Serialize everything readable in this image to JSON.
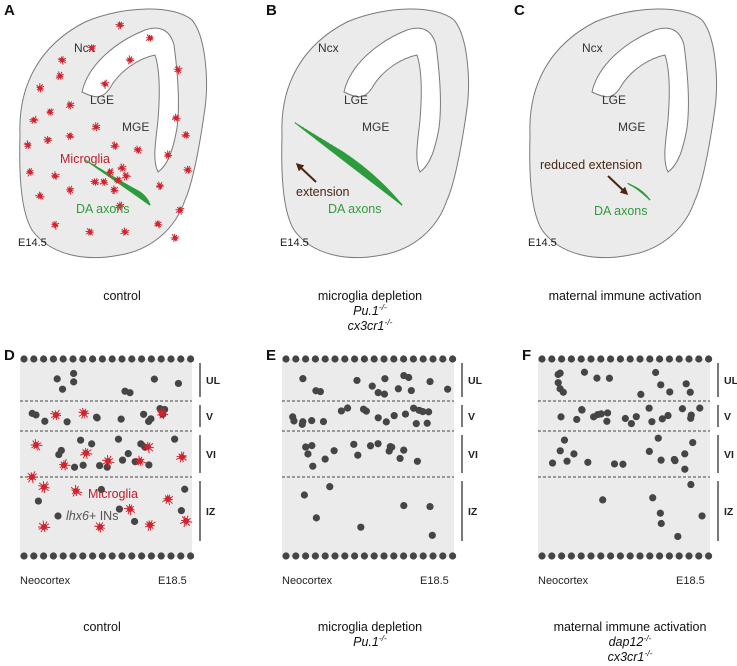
{
  "colors": {
    "tissue": "#ebebeb",
    "outline": "#7a7a7a",
    "microglia": "#d1242e",
    "axons": "#2e9c3c",
    "neurons": "#454545",
    "arrow": "#4a2612"
  },
  "top_panels": [
    {
      "letter": "A",
      "regions": {
        "ncx": "Ncx",
        "lge": "LGE",
        "mge": "MGE"
      },
      "stage": "E14.5",
      "caption": "control",
      "microglia_label": "Microglia",
      "axon_label": "DA axons",
      "axon_extent": 1.0
    },
    {
      "letter": "B",
      "regions": {
        "ncx": "Ncx",
        "lge": "LGE",
        "mge": "MGE"
      },
      "stage": "E14.5",
      "caption": "microglia depletion",
      "genotypes": [
        {
          "name": "Pu.1",
          "sup": "-/-"
        },
        {
          "name": "cx3cr1",
          "sup": "-/-"
        }
      ],
      "extension_label": "extension",
      "axon_label": "DA axons",
      "axon_extent": 1.0
    },
    {
      "letter": "C",
      "regions": {
        "ncx": "Ncx",
        "lge": "LGE",
        "mge": "MGE"
      },
      "stage": "E14.5",
      "caption": "maternal immune activation",
      "extension_label": "reduced extension",
      "axon_label": "DA axons",
      "axon_extent": 0.25
    }
  ],
  "bottom_panels": [
    {
      "letter": "D",
      "tissue_label": "Neocortex",
      "stage": "E18.5",
      "caption": "control",
      "layers": [
        "UL",
        "V",
        "VI",
        "IZ"
      ],
      "microglia_label": "Microglia",
      "interneuron_label": {
        "gene": "lhx6",
        "rest": "+ INs"
      },
      "interneuron_distribution": "normal"
    },
    {
      "letter": "E",
      "tissue_label": "Neocortex",
      "stage": "E18.5",
      "caption": "microglia depletion",
      "genotypes": [
        {
          "name": "Pu.1",
          "sup": "-/-"
        }
      ],
      "layers": [
        "UL",
        "V",
        "VI",
        "IZ"
      ],
      "interneuron_distribution": "shifted"
    },
    {
      "letter": "F",
      "tissue_label": "Neocortex",
      "stage": "E18.5",
      "caption": "maternal immune activation",
      "genotypes": [
        {
          "name": "dap12",
          "sup": "-/-"
        },
        {
          "name": "cx3cr1",
          "sup": "-/-"
        }
      ],
      "layers": [
        "UL",
        "V",
        "VI",
        "IZ"
      ],
      "interneuron_distribution": "shifted"
    }
  ]
}
